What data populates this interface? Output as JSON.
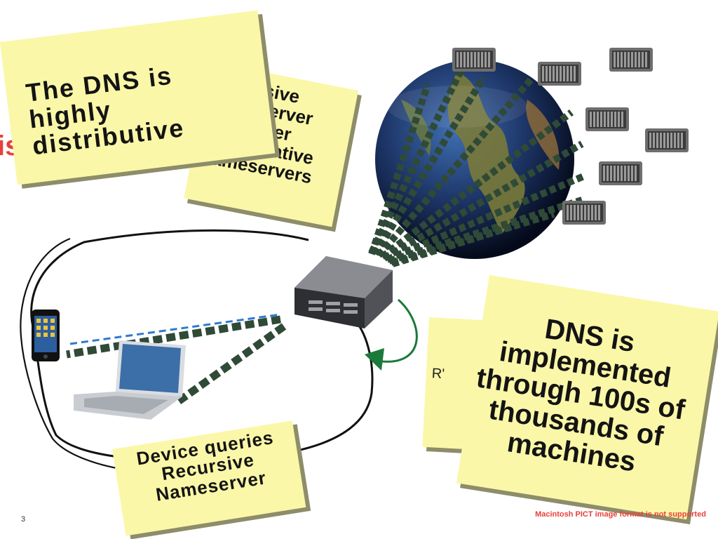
{
  "slide": {
    "page_number": "3",
    "bg_fragment_left": "is",
    "bg_fragment_right": "R'"
  },
  "notes": {
    "title_note": {
      "text": "The DNS is highly distributive"
    },
    "recursive_note": {
      "text": "Recursive Nameserver goes over Authoritative Nameservers"
    },
    "implemented_note": {
      "text": "DNS is implemented through 100s of thousands of machines"
    },
    "device_note": {
      "text": "Device queries Recursive Nameserver"
    }
  },
  "watermark": {
    "text": "Macintosh PICT image format is not supported"
  },
  "colors": {
    "note_fill": "#fbf7a8",
    "arrow_green": "#2f4a36",
    "curve_arrow": "#1a7a3a",
    "watermark_red": "#e8403a"
  },
  "icons": [
    "globe-icon",
    "server-icon",
    "iphone-icon",
    "laptop-icon"
  ]
}
